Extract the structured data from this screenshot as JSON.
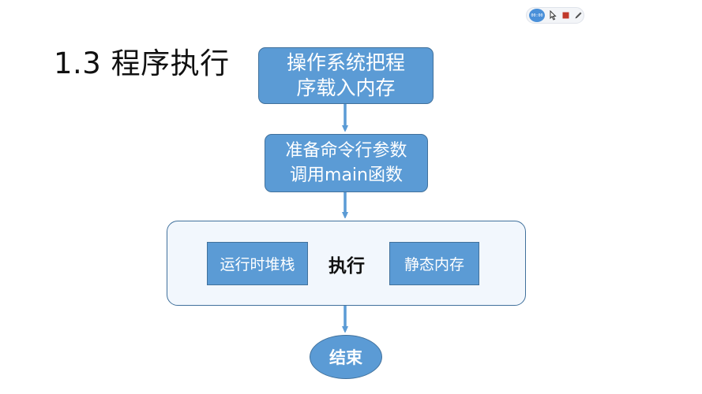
{
  "slide": {
    "title": "1.3 程序执行"
  },
  "flowchart": {
    "step1": {
      "line1": "操作系统把程",
      "line2": "序载入内存"
    },
    "step2": {
      "line1": "准备命令行参数",
      "line2": "调用main函数"
    },
    "execution": {
      "label": "执行",
      "left_box": "运行时堆栈",
      "right_box": "静态内存"
    },
    "end": "结束"
  },
  "recording_toolbar": {
    "timer": "00:00",
    "icons": [
      "timer-icon",
      "pointer-icon",
      "stop-icon",
      "pen-icon"
    ]
  },
  "colors": {
    "box_fill": "#5b9bd5",
    "box_border": "#41719c",
    "container_fill": "#f2f7fd",
    "stop": "#c0392b"
  }
}
